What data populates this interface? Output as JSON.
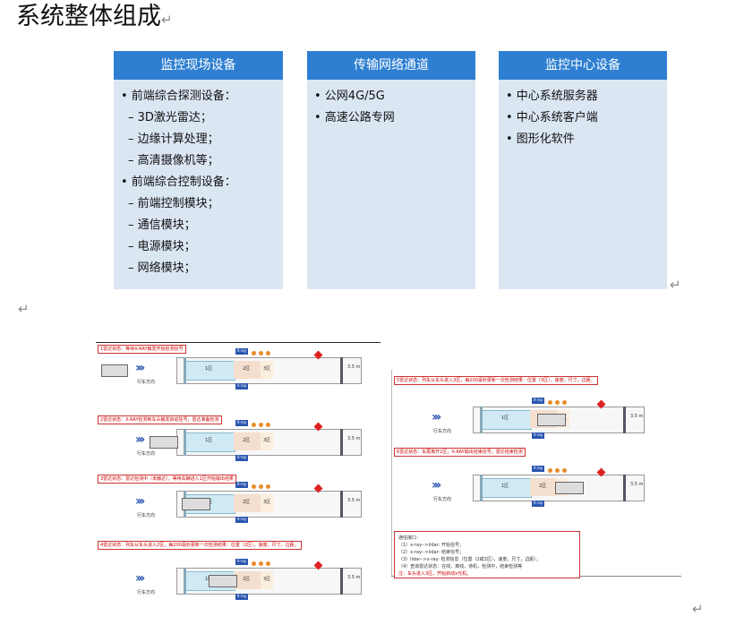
{
  "title": "系统整体组成",
  "columns": [
    {
      "header": "监控现场设备",
      "items": [
        {
          "text": "• 前端综合探测设备：",
          "sub": false
        },
        {
          "text": "– 3D激光雷达；",
          "sub": true
        },
        {
          "text": "– 边缘计算处理；",
          "sub": true
        },
        {
          "text": "– 高清摄像机等；",
          "sub": true
        },
        {
          "text": "• 前端综合控制设备：",
          "sub": false
        },
        {
          "text": "– 前端控制模块；",
          "sub": true
        },
        {
          "text": "– 通信模块；",
          "sub": true
        },
        {
          "text": "– 电源模块；",
          "sub": true
        },
        {
          "text": "– 网络模块；",
          "sub": true
        }
      ]
    },
    {
      "header": "传输网络通道",
      "items": [
        {
          "text": "• 公网4G/5G",
          "sub": false
        },
        {
          "text": "• 高速公路专网",
          "sub": false
        }
      ]
    },
    {
      "header": "监控中心设备",
      "items": [
        {
          "text": "• 中心系统服务器",
          "sub": false
        },
        {
          "text": "• 中心系统客户端",
          "sub": false
        },
        {
          "text": "• 图形化软件",
          "sub": false
        }
      ]
    }
  ],
  "figure": {
    "states": [
      "1雷达状态：等待X-RAY触发开始检测信号",
      "2雷达状态：X-RAY检测到车头触发启动信号，雷达准备检测",
      "3雷达状态：雷达检测中（未触达），等待车辆进入1区开始输出结果",
      "4雷达状态：列车从车头进入2区，每200毫秒更新一次检测结果：位置（2区），速度，尺寸，边距。",
      "5雷达状态：列车从车头进入3区，每200毫秒更新一次检测结果：位置（3区），速度，尺寸，边距。",
      "6雷达状态：车尾离开2区，X-RAY输出结束信号，雷达结束检测"
    ],
    "zone_labels": [
      "1区",
      "2区",
      "3区"
    ],
    "xray_label": "X-ray",
    "direction_label": "行车方向",
    "distance_label": "3.5 m",
    "comm_panel": {
      "lines": [
        "通信接口：",
        "（1）x-ray-->lidar: 开始信号；",
        "（2）x-ray-->lidar: 结束信号；",
        "（3）lidar-->x-ray: 检测信息（位置（2或3区），速度，尺寸，边距）；",
        "（4）查询雷达状态：在线，离线，待机，检测中，结束检测等"
      ],
      "note": "注：车头进入3区，开始启动x光机。"
    }
  },
  "colors": {
    "header_bg": "#2e7fd1",
    "column_bg": "#dbe6f3",
    "return_mark": "#8a8a8a"
  }
}
